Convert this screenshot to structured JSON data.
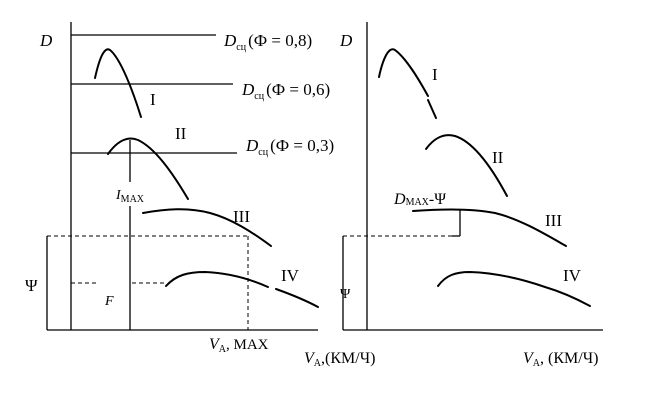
{
  "left_chart": {
    "y_axis_label": "D",
    "lines": [
      {
        "label": "D",
        "sub": "сц",
        "paren": "(Ф = 0,8)"
      },
      {
        "label": "D",
        "sub": "сц",
        "paren": "(Ф = 0,6)"
      },
      {
        "label": "D",
        "sub": "сц",
        "paren": "(Ф = 0,3)"
      }
    ],
    "curves": [
      "I",
      "II",
      "III",
      "IV"
    ],
    "imax_label": "I",
    "imax_sub": "MAX",
    "psi_label": "Ψ",
    "f_label": "F",
    "vmax_label": "V",
    "vmax_sub": "А",
    "vmax_suffix": ", MAX",
    "x_axis_label": "V",
    "x_axis_sub": "А",
    "x_axis_suffix": ",(КМ/Ч)"
  },
  "right_chart": {
    "y_axis_label": "D",
    "curves": [
      "I",
      "II",
      "III",
      "IV"
    ],
    "dmax_label": "D",
    "dmax_sub": "MAX",
    "dmax_suffix": "-Ψ",
    "psi_label": "Ψ",
    "x_axis_label": "V",
    "x_axis_sub": "А",
    "x_axis_suffix": ", (КМ/Ч)"
  }
}
